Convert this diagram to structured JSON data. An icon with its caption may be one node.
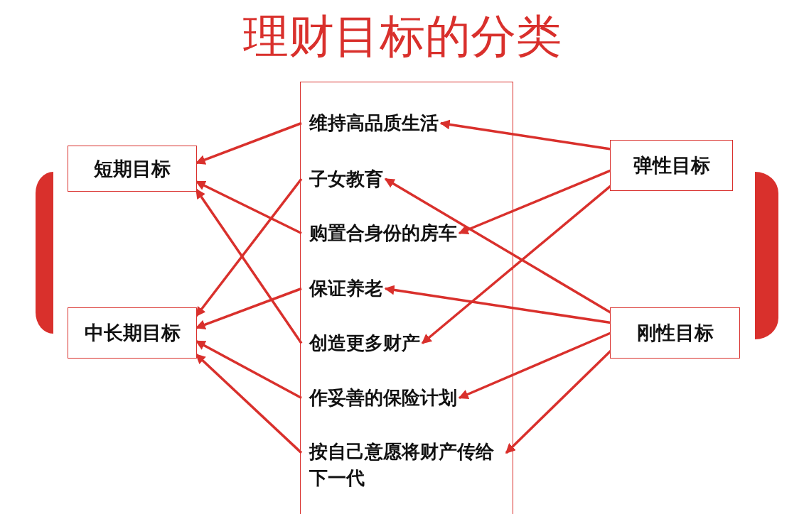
{
  "diagram": {
    "title": "理财目标的分类",
    "nodes": [
      {
        "text": [
          "短期目标"
        ]
      },
      {
        "text": [
          "中长期目标"
        ]
      },
      {
        "text": [],
        "shape": "box"
      },
      {
        "text": [
          "维持高品质生活"
        ],
        "in": 2
      },
      {
        "text": [
          "子女教育"
        ],
        "in": 2
      },
      {
        "text": [
          "购置合身份的房车"
        ],
        "in": 2
      },
      {
        "text": [
          "保证养老"
        ],
        "in": 2
      },
      {
        "text": [
          "创造更多财产"
        ],
        "in": 2
      },
      {
        "text": [
          "作妥善的保险计划"
        ],
        "in": 2
      },
      {
        "text": [
          "按自己意愿将财产传给下一代"
        ],
        "in": 2
      },
      {
        "text": [
          "弹性目标"
        ]
      },
      {
        "text": [
          "刚性目标"
        ]
      },
      {
        "text": [],
        "shape": "bar"
      },
      {
        "text": [],
        "shape": "bar"
      }
    ],
    "edges": [
      {
        "from": 3,
        "to": 0,
        "arrow": "to"
      },
      {
        "from": 4,
        "to": 1,
        "arrow": "to"
      },
      {
        "from": 5,
        "to": 0,
        "arrow": "to"
      },
      {
        "from": 6,
        "to": 1,
        "arrow": "to"
      },
      {
        "from": 7,
        "to": 0,
        "arrow": "to"
      },
      {
        "from": 8,
        "to": 1,
        "arrow": "to"
      },
      {
        "from": 9,
        "to": 1,
        "arrow": "to"
      },
      {
        "from": 10,
        "to": 3,
        "arrow": "to"
      },
      {
        "from": 10,
        "to": 5,
        "arrow": "to"
      },
      {
        "from": 10,
        "to": 7,
        "arrow": "to"
      },
      {
        "from": 11,
        "to": 4,
        "arrow": "to"
      },
      {
        "from": 11,
        "to": 6,
        "arrow": "to"
      },
      {
        "from": 11,
        "to": 8,
        "arrow": "to"
      },
      {
        "from": 11,
        "to": 9,
        "arrow": "to"
      }
    ]
  }
}
